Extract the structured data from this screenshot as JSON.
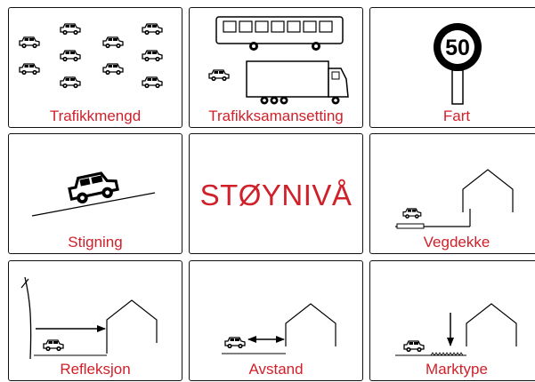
{
  "panels": [
    {
      "label": "Trafikkmengd",
      "icon": "car-traffic-icon"
    },
    {
      "label": "Trafikksamansetting",
      "icon": "bus-truck-car-icon"
    },
    {
      "label": "Fart",
      "icon": "speed-limit-sign-icon",
      "sign_value": "50"
    },
    {
      "label": "Stigning",
      "icon": "car-on-slope-icon"
    },
    {
      "label": "STØYNIVÅ"
    },
    {
      "label": "Vegdekke",
      "icon": "road-surface-house-icon"
    },
    {
      "label": "Refleksjon",
      "icon": "reflection-arrow-house-icon"
    },
    {
      "label": "Avstand",
      "icon": "distance-arrow-house-icon"
    },
    {
      "label": "Marktype",
      "icon": "ground-type-house-icon"
    }
  ],
  "colors": {
    "label": "#d0202a",
    "line": "#111111"
  }
}
